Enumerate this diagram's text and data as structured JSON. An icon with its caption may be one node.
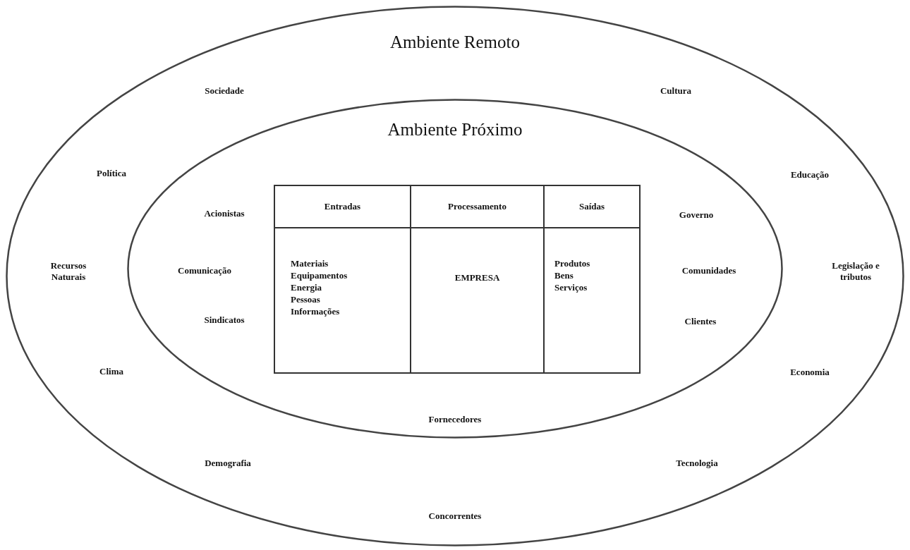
{
  "diagram": {
    "nodes": [
      {
        "text": [
          "Ambiente Remoto"
        ]
      },
      {
        "text": [
          "Ambiente Próximo"
        ],
        "in": 0
      },
      {
        "text": [],
        "shape": "box",
        "in": 1
      },
      {
        "text": [
          "Entradas"
        ],
        "in": 2
      },
      {
        "text": [
          "Processamento"
        ],
        "in": 2
      },
      {
        "text": [
          "Saídas"
        ],
        "in": 2
      },
      {
        "text": [
          "Materiais",
          "Equipamentos",
          "Energia",
          "Pessoas",
          "Informações"
        ],
        "in": 2
      },
      {
        "text": [
          "EMPRESA"
        ],
        "in": 2
      },
      {
        "text": [
          "Produtos",
          "Bens",
          "Serviços"
        ],
        "in": 2
      }
    ],
    "labels": [
      "Sociedade",
      "Cultura",
      "Política",
      "Educação",
      "Acionistas",
      "Governo",
      "Recursos Naturais",
      "Comunicação",
      "Comunidades",
      "Legislação e tributos",
      "Sindicatos",
      "Clientes",
      "Clima",
      "Economia",
      "Fornecedores",
      "Demografia",
      "Tecnologia",
      "Concorrentes"
    ]
  }
}
